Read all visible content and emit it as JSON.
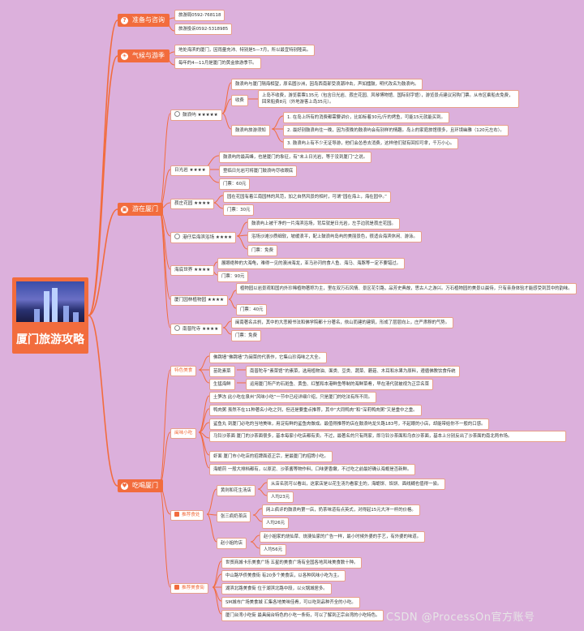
{
  "root": {
    "title": "厦门旅游攻略"
  },
  "branches": {
    "prepare": {
      "label": "准备与咨询",
      "items": [
        "旅游局0592-768118",
        "旅游投诉0592-5318985"
      ]
    },
    "climate": {
      "label": "气候与游季",
      "items": [
        "地处海滨的厦门，因雨量充沛、特别是5—7月，所以最宜特别隆高。",
        "每年的4—11月是厦门的黄金旅游季节。"
      ]
    },
    "tour": {
      "label": "游在厦门",
      "gulangyu": {
        "label": "鼓浪屿 ★★★★★",
        "intro": "鼓浪屿与厦门隔海相望，原名圆沙洲，因岛西南部受浪潮冲击，声如擂鼓，明代改名为鼓浪屿。",
        "fee_label": "收费",
        "fee_text": "上岛不收费，游览套票135元（包含日光岩、菽庄花园、风琴博物馆、国际刻字馆），游览景点建议另购门票。从市区乘船去免费，回来船费8元（外地游客上岛35元）。",
        "notice_label": "鼓浪屿旅游须知",
        "notices": [
          "1. 在岛上所有的消费都需要讲价，比如标着30元/斤的烤鱼，可能15元就能买到。",
          "2. 最好别鼓浪屿住一晚，因为夜晚的鼓浪屿会有别样的情趣。岛上的家庭旅馆很多，且环境幽雅（120元左右）。",
          "3. 鼓浪屿上有不少无证导游，他们会怂恿去消费，这样他们就有回扣可拿，千万小心。"
        ]
      },
      "sunrock": {
        "label": "日光岩 ★★★★",
        "items": [
          "鼓浪屿的最高峰，也是厦门的象征，有“未上日光岩，等于没到厦门”之说。",
          "登临日光岩可将厦门鼓浪屿尽收眼底",
          "门票：60元"
        ]
      },
      "shuzhuang": {
        "label": "菽庄花园 ★★★★",
        "items": [
          "园在花园有着江南园林的风范，加之自然风景的相衬，可谓“园在海上，海在园中。”",
          "门票：30元"
        ]
      },
      "beach": {
        "label": "港仔后海滨浴场 ★★★★",
        "items": [
          "鼓浪屿上被干净的一片海滨浴场，背后就是日光岩，左手边就是菽庄花园。",
          "浴场沙滩沙质细软，坡缓浪平，配上鼓浪屿岛屿的美丽景色，很适合海滨休闲、游泳。",
          "门票：免费"
        ]
      },
      "ocean": {
        "label": "海底世界 ★★★★",
        "items": [
          "展眼绝种的大海龟，难得一见的澳洲海龙，亚马孙河的食人鱼、海马、海豚等一定不要错过。",
          "门票：90元"
        ]
      },
      "botanic": {
        "label": "厦门园林植物园 ★★★★",
        "items": [
          "植物园以岩景观和国内外珍稀植物著称为主，里在双万石风情、景区花引路，品芳史典故，思古人之游兴。万石植物园的美景以晨侍，只有亲身体验才能感受到其中的韵味。",
          "门票：40元"
        ]
      },
      "nanputuo": {
        "label": "南普陀寺 ★★★★",
        "items": [
          "闽南著名古刹，其中的大悲殿书法和佛学院都十分著名，依山而建的建筑，形成了层层向上，庄严肃穆的气势。",
          "门票：免费"
        ]
      }
    },
    "eat": {
      "label": "吃喝厦门",
      "specialty": {
        "label": "特色美食",
        "items": [
          {
            "name": "佛跳墙",
            "desc": "佛跳墙“佛跳墙”为闽菜的代表作，它集山珍海味之大全。"
          },
          {
            "name": "苗乾素菜",
            "desc": "南普陀寺“素菜馆”的素菜，选用植物油、面类、豆类、蔬菜、蘑菇、木耳和水果为原料，遵循佛教饮食传统"
          },
          {
            "name": "生猛海鲜",
            "desc": "运用厦门所产的石斑鱼、黄鱼、红蟹和本港鲜鱼等制的海鲜菜肴，早在清代就被视为正宗名菜"
          }
        ]
      },
      "snacks": {
        "label": "闽味小吃",
        "items": [
          "土笋冻 此小吃在泉州“风味小吃”一节中已经详细介绍，只是厦门的吃法有所不同。",
          "鸭肉粥 虽然不在11种著名小吃之列，但还是要重点推荐，其中“大同鸭肉”和“深莉鸭肉粥”又是重中之重。",
          "鲨鱼丸 到厦门必吃的当地美味，用淀有鲜的鲨鱼肉做成。最值得推荐的店在鼓浪屿龙头路183号，不起眼的小店，却能带给你不一般的口感。",
          "马铃沙茶面 厦门的沙茶面很多，基本每家小吃店都有卖。不过，最著名的只有两家，即马铃沙茶面和乌衣沙茶面，基本上分别反出了沙茶面的南北两市场。",
          "虾面 厦门市小吃店的招牌面道正宗，是最厦门的招牌小吃。",
          "海蛎煎 一般大排档都有，以原泥、沙茶酱等物作料，口味更香嫩，不过吃之前最好确认海蛎是否新鲜。"
        ]
      },
      "recommend": {
        "label": "推荐食处",
        "places": [
          {
            "name": "黄则和花生汤店",
            "items": [
              "从店名就可以看出，这家店是以花生汤为看家主的，海蛎饼、馅饼、面线糊也值得一尝。",
              "人均23元"
            ]
          },
          {
            "name": "张三疯奶茶店",
            "items": [
              "网上疯评的鼓浪屿第一店，奶茶味道有点英式，对得起15元大洋一杯的价格。",
              "人均26元"
            ]
          },
          {
            "name": "赵小姐的店",
            "items": [
              "赵小姐家的烧仙草、烧澳仙家的广告一样，最小时候外婆的手艺，有外婆的味道。",
              "人均56元"
            ]
          }
        ]
      },
      "foodplaces": {
        "label": "推荐美食街",
        "items": [
          "世贸商城卡乐美食广场 五星的美食广场有全国各地风味美食数十种。",
          "中山路华侨美食街 有20多个美食店，以各种风味小吃为主。",
          "湖滨北路美食街 位于湖滨北路中段，以火锅城居多。",
          "SM城市广场美食城 汇集各地美味佳肴，可以吃到品种齐全的小吃。",
          "厦门台湾小吃街 最具闽台特色的小吃一条街，可以了解到正宗台湾的小吃特色。"
        ]
      }
    }
  },
  "watermark": "CSDN @ProcessOn官方账号",
  "colors": {
    "background": "#dcb0dc",
    "accent": "#f26c3d",
    "line": "#f26c3d",
    "node_border": "#e7a08a"
  }
}
